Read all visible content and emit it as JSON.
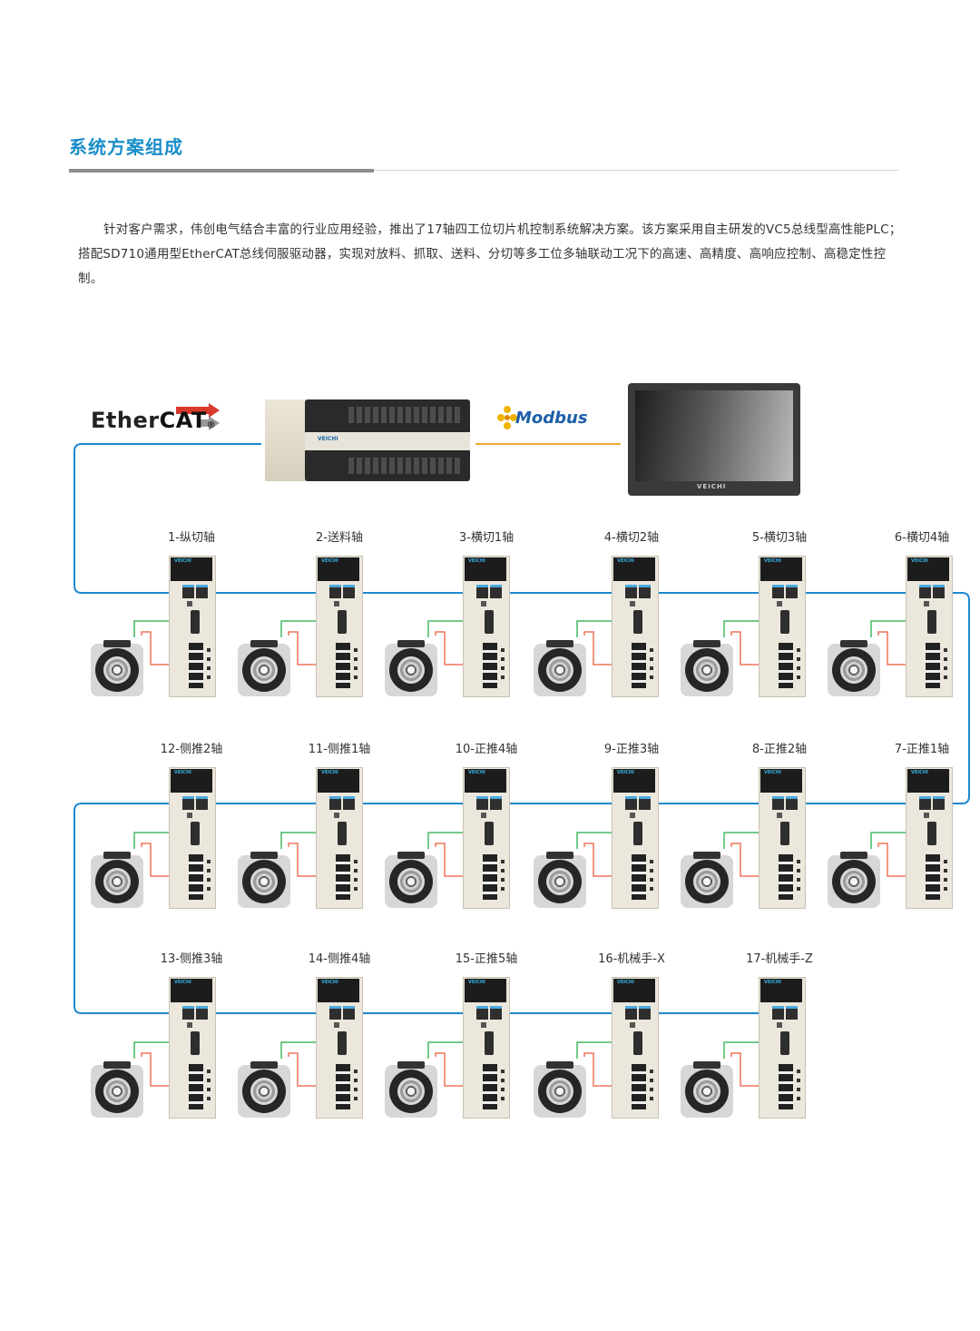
{
  "section": {
    "title": "系统方案组成",
    "intro": "针对客户需求，伟创电气结合丰富的行业应用经验，推出了17轴四工位切片机控制系统解决方案。该方案采用自主研发的VC5总线型高性能PLC；搭配SD710通用型EtherCAT总线伺服驱动器，实现对放料、抓取、送料、分切等多工位多轴联动工况下的高速、高精度、高响应控制、高稳定性控制。"
  },
  "diagram": {
    "ethercat_logo": {
      "text_a": "Ether",
      "text_b": "CAT",
      "reg": "®"
    },
    "modbus_logo": "Modbus",
    "plc_brand": "VEICHI",
    "hmi_brand": "VEICHI",
    "drive_brand": "VEICHI",
    "colors": {
      "bus": "#1e88d0",
      "modbus": "#f0a830",
      "signal": "#45b865",
      "power": "#f0735a",
      "title": "#1a8ec9"
    },
    "rows": [
      {
        "axes": [
          "1-纵切轴",
          "2-送料轴",
          "3-横切1轴",
          "4-横切2轴",
          "5-横切3轴",
          "6-横切4轴"
        ]
      },
      {
        "axes": [
          "12-侧推2轴",
          "11-侧推1轴",
          "10-正推4轴",
          "9-正推3轴",
          "8-正推2轴",
          "7-正推1轴"
        ]
      },
      {
        "axes": [
          "13-侧推3轴",
          "14-侧推4轴",
          "15-正推5轴",
          "16-机械手-X",
          "17-机械手-Z"
        ]
      }
    ]
  }
}
